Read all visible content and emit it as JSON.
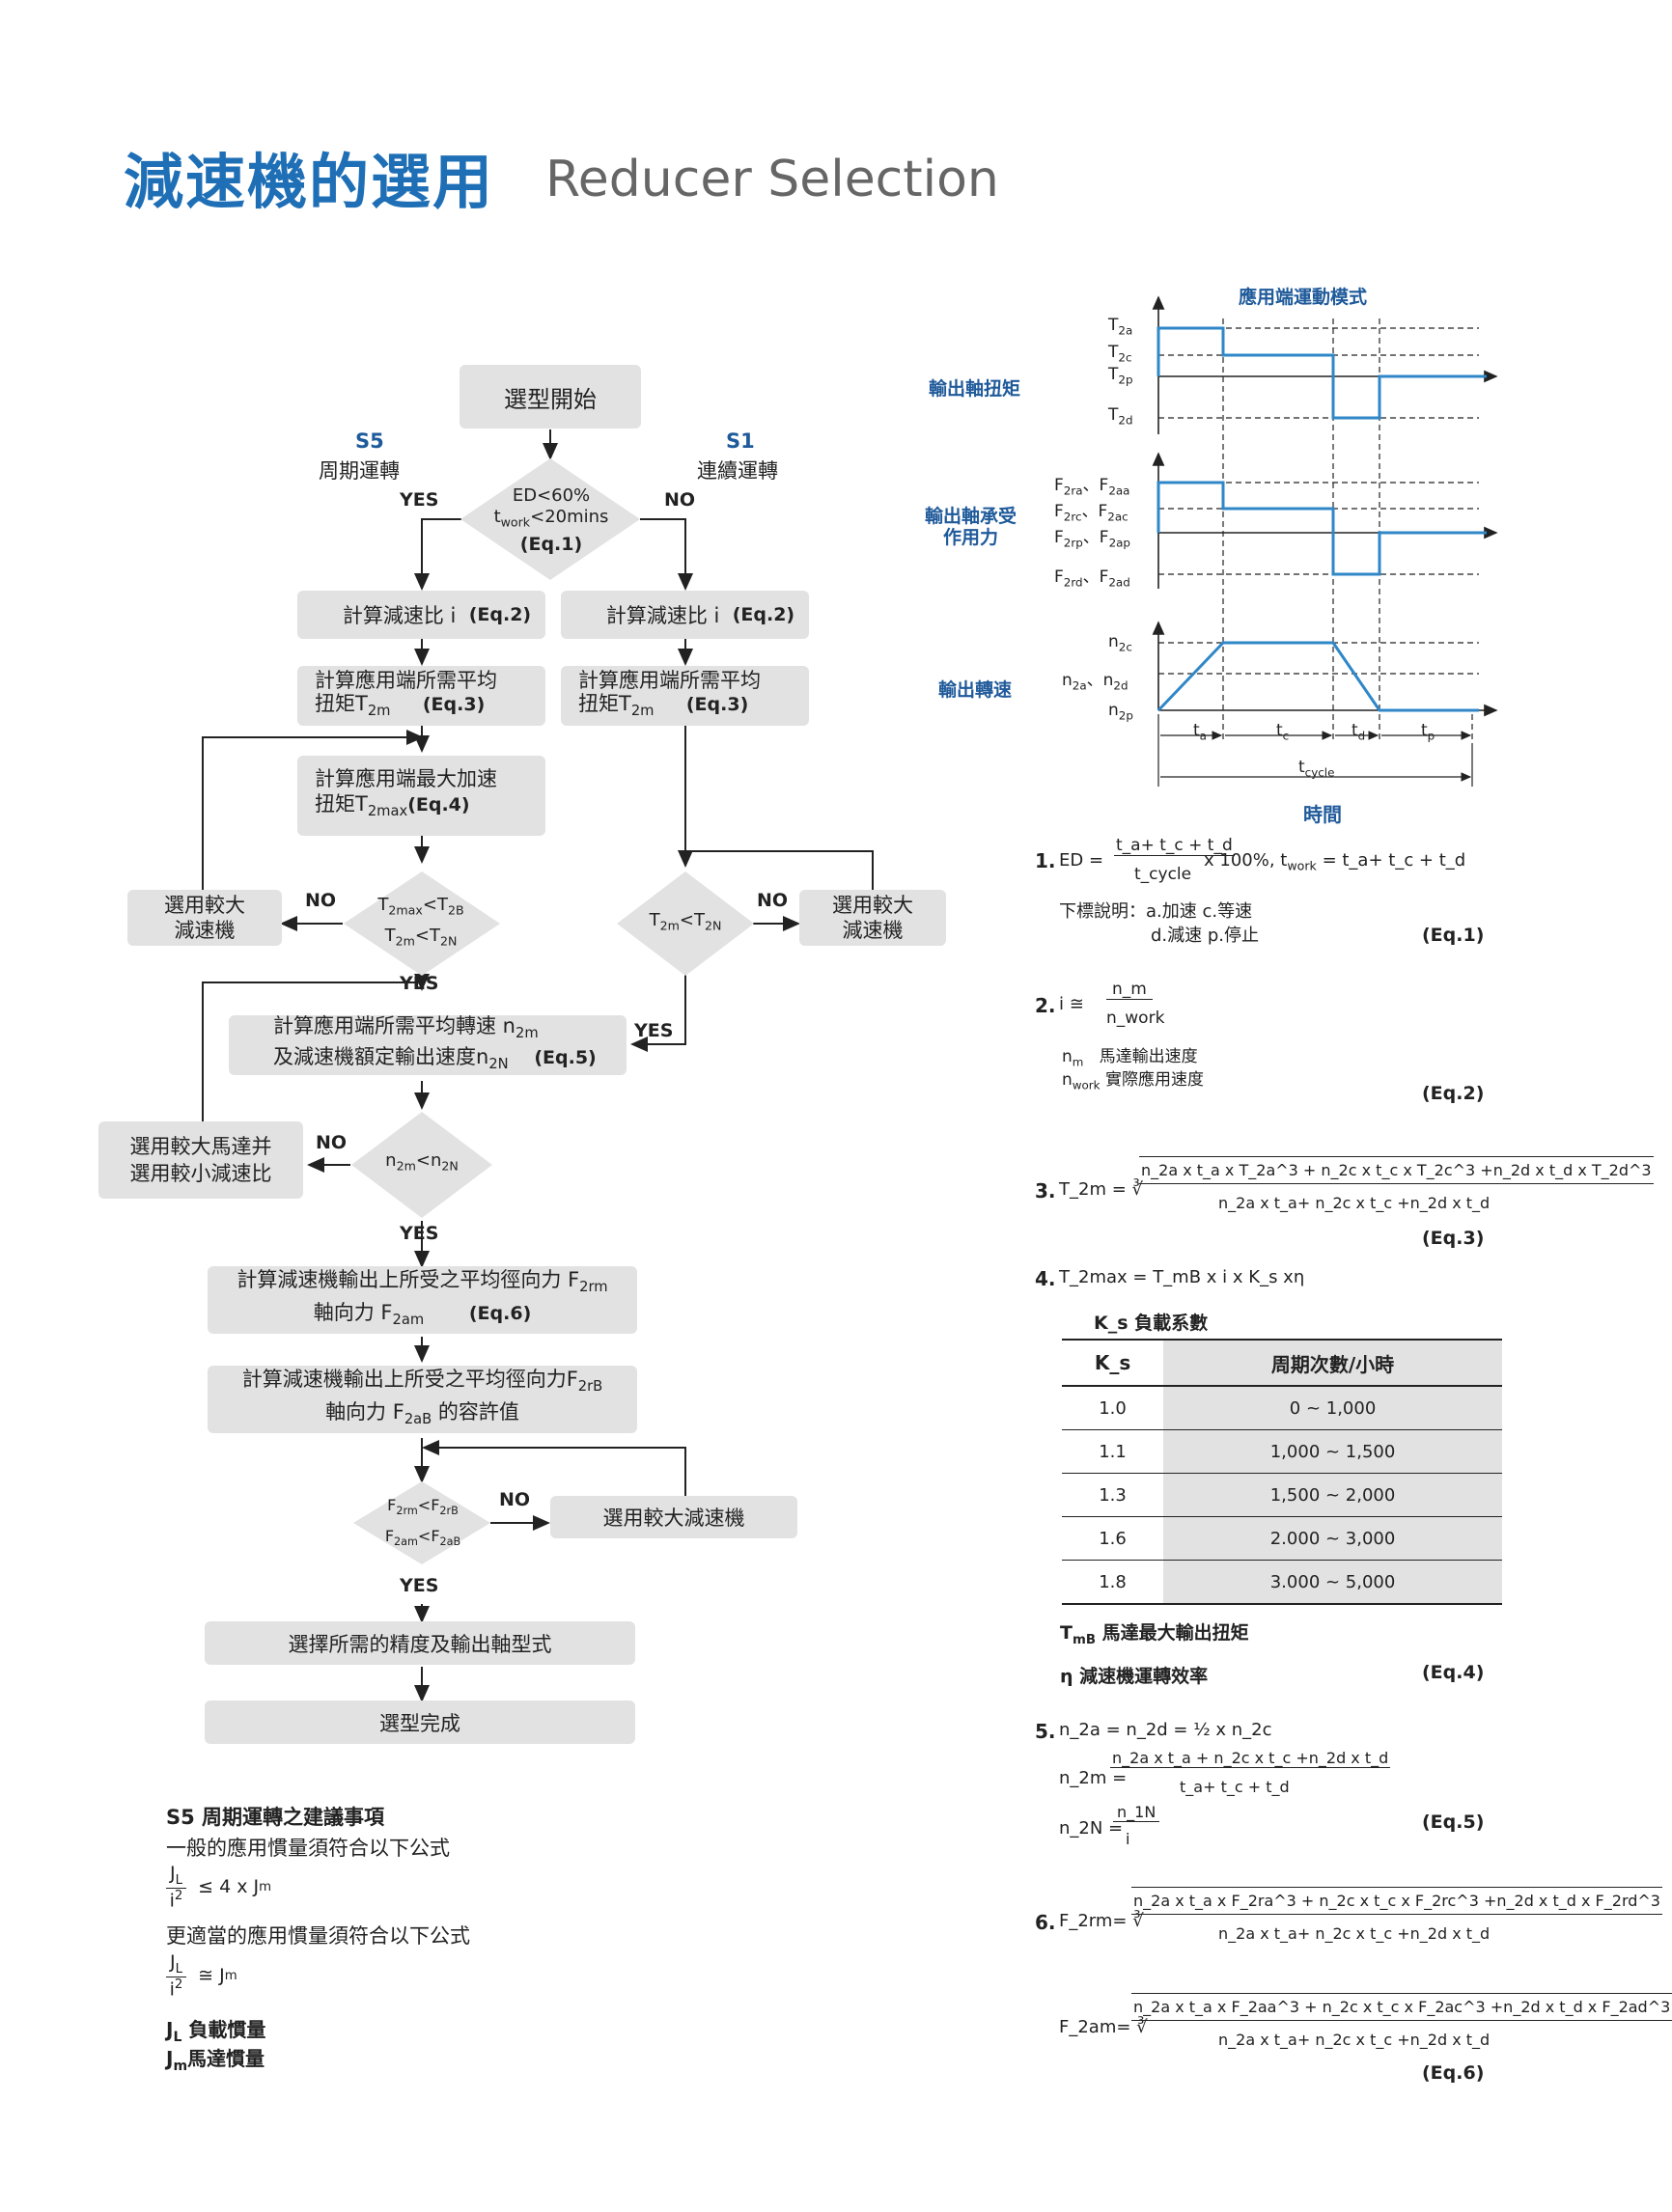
{
  "header": {
    "title_zh": "減速機的選用",
    "title_en": "Reducer Selection"
  },
  "flow": {
    "start": "選型開始",
    "s5_code": "S5",
    "s5_label": "周期運轉",
    "s1_code": "S1",
    "s1_label": "連續運轉",
    "yes": "YES",
    "no": "NO",
    "d1_line1": "ED<60%",
    "d1_line2_pre": "t",
    "d1_line2_sub": "work",
    "d1_line2_post": "<20mins",
    "d1_eq": "(Eq.1)",
    "ratio_text": "計算減速比 i",
    "eq2": "(Eq.2)",
    "avg_torque_l1": "計算應用端所需平均",
    "avg_torque_l2": "扭矩T",
    "avg_torque_sub": "2m",
    "eq3": "(Eq.3)",
    "max_torque_l1": "計算應用端最大加速",
    "max_torque_l2": "扭矩T",
    "max_torque_sub": "2max",
    "eq4": "(Eq.4)",
    "bigger_reducer_l1": "選用較大",
    "bigger_reducer_l2": "減速機",
    "d2_a": "T",
    "d2_a_sub": "2max",
    "d2_b": "<T",
    "d2_b_sub": "2B",
    "d2_c": "T",
    "d2_c_sub": "2m",
    "d2_d": "<T",
    "d2_d_sub": "2N",
    "d3_a": "T",
    "d3_a_sub": "2m",
    "d3_b": "<T",
    "d3_b_sub": "2N",
    "speed_l1": "計算應用端所需平均轉速 n",
    "speed_l1_sub": "2m",
    "speed_l2": "及減速機額定輸出速度n",
    "speed_l2_sub": "2N",
    "eq5": "(Eq.5)",
    "bigger_motor_l1": "選用較大馬達并",
    "bigger_motor_l2": "選用較小減速比",
    "d4_a": "n",
    "d4_a_sub": "2m",
    "d4_b": "<n",
    "d4_b_sub": "2N",
    "force_l1": "計算減速機輸出上所受之平均徑向力 F",
    "force_l1_sub": "2rm",
    "force_l2": "軸向力 F",
    "force_l2_sub": "2am",
    "eq6": "(Eq.6)",
    "allow_l1": "計算減速機輸出上所受之平均徑向力F",
    "allow_l1_sub": "2rB",
    "allow_l2": "軸向力 F",
    "allow_l2_sub": "2aB",
    "allow_l2_post": " 的容許值",
    "d5_a": "F",
    "d5_a_sub": "2rm",
    "d5_b": "<F",
    "d5_b_sub": "2rB",
    "d5_c": "F",
    "d5_c_sub": "2am",
    "d5_d": "<F",
    "d5_d_sub": "2aB",
    "bigger_reducer_single": "選用較大減速機",
    "choose_type": "選擇所需的精度及輸出軸型式",
    "done": "選型完成"
  },
  "notes": {
    "heading": "S5 周期運轉之建議事項",
    "line1": "一般的應用慣量須符合以下公式",
    "f1_num": "J",
    "f1_num_sub": "L",
    "f1_den": "i",
    "f1_den_sup": "2",
    "f1_rhs": "≤ 4 x J",
    "f1_rhs_sub": "m",
    "line2": "更適當的應用慣量須符合以下公式",
    "f2_rhs": "≅ J",
    "f2_rhs_sub": "m",
    "jl": "J",
    "jl_sub": "L",
    "jl_text": " 負載慣量",
    "jm": "J",
    "jm_sub": "m",
    "jm_text": "馬達慣量"
  },
  "motion": {
    "title": "應用端運動模式",
    "torque_label": "輸出軸扭矩",
    "force_label_l1": "輸出軸承受",
    "force_label_l2": "作用力",
    "speed_label": "輸出轉速",
    "time_label": "時間",
    "t_labels": [
      {
        "b": "T",
        "s": "2a"
      },
      {
        "b": "T",
        "s": "2c"
      },
      {
        "b": "T",
        "s": "2p"
      },
      {
        "b": "T",
        "s": "2d"
      }
    ],
    "f_labels": [
      {
        "a": "F",
        "as": "2ra",
        "b": "、F",
        "bs": "2aa"
      },
      {
        "a": "F",
        "as": "2rc",
        "b": "、F",
        "bs": "2ac"
      },
      {
        "a": "F",
        "as": "2rp",
        "b": "、F",
        "bs": "2ap"
      },
      {
        "a": "F",
        "as": "2rd",
        "b": "、F",
        "bs": "2ad"
      }
    ],
    "n_labels": [
      {
        "a": "n",
        "as": "2c",
        "b": "",
        "bs": ""
      },
      {
        "a": "n",
        "as": "2a",
        "b": "、n",
        "bs": "2d"
      },
      {
        "a": "n",
        "as": "2p",
        "b": "",
        "bs": ""
      }
    ],
    "phases": [
      {
        "b": "t",
        "s": "a"
      },
      {
        "b": "t",
        "s": "c"
      },
      {
        "b": "t",
        "s": "d"
      },
      {
        "b": "t",
        "s": "p"
      }
    ],
    "cycle": {
      "b": "t",
      "s": "cycle"
    }
  },
  "equations": {
    "eq1_num": "1.",
    "ed": "ED =",
    "ed_numer": "t_a+ t_c + t_d",
    "ed_denom": "t_cycle",
    "ed_rest": "x 100%, t",
    "ed_rest_sub": "work",
    "ed_rest2": "= t_a+ t_c + t_d",
    "sub_expl_l1": "下標說明：a.加速   c.等速",
    "sub_expl_l2": "d.減速   p.停止",
    "eq1_tag": "(Eq.1)",
    "eq2_num": "2.",
    "i_approx": "i ≅",
    "i_numer": "n_m",
    "i_denom": "n_work",
    "nm_text": "馬達輸出速度",
    "nwork_text": "實際應用速度",
    "eq2_tag": "(Eq.2)",
    "eq3_num": "3.",
    "t2m_lhs": "T_2m = ∛",
    "t2m_numer": "n_2a x t_a x T_2a^3 + n_2c x t_c x T_2c^3 +n_2d x t_d x T_2d^3",
    "t2m_denom": "n_2a x t_a+ n_2c x t_c +n_2d x t_d",
    "eq3_tag": "(Eq.3)",
    "eq4_num": "4.",
    "t2max": "T_2max = T_mB x i x K_s xη",
    "ks_heading": "K_s 負載系數",
    "tmb_text": "馬達最大輸出扭矩",
    "eta_text": "η 減速機運轉效率",
    "eq4_tag": "(Eq.4)",
    "eq5_num": "5.",
    "n2a_eq": "n_2a = n_2d = ½ x n_2c",
    "n2m_lhs": "n_2m =",
    "n2m_numer": "n_2a x t_a + n_2c x t_c +n_2d x t_d",
    "n2m_denom": "t_a+ t_c + t_d",
    "n2n_lhs": "n_2N =",
    "n2n_numer": "n_1N",
    "n2n_denom": "i",
    "eq5_tag": "(Eq.5)",
    "eq6_num": "6.",
    "f2rm_lhs": "F_2rm= ∛",
    "f2rm_numer": "n_2a x t_a x F_2ra^3 + n_2c x t_c x F_2rc^3 +n_2d x t_d x F_2rd^3",
    "f2rm_denom": "n_2a x t_a+ n_2c x t_c +n_2d x t_d",
    "f2am_lhs": "F_2am= ∛",
    "f2am_numer": "n_2a x t_a x F_2aa^3 + n_2c x t_c x F_2ac^3 +n_2d x t_d x F_2ad^3",
    "f2am_denom": "n_2a x t_a+ n_2c x t_c +n_2d x t_d",
    "eq6_tag": "(Eq.6)"
  },
  "ks_table": {
    "headers": [
      "K_s",
      "周期次數/小時"
    ],
    "rows": [
      [
        "1.0",
        "0 ~ 1,000"
      ],
      [
        "1.1",
        "1,000 ~ 1,500"
      ],
      [
        "1.3",
        "1,500 ~ 2,000"
      ],
      [
        "1.6",
        "2.000 ~ 3,000"
      ],
      [
        "1.8",
        "3.000 ~ 5,000"
      ]
    ]
  },
  "colors": {
    "accent": "#1f6fb6",
    "box": "#e2e2e2",
    "signal": "#2f87c8"
  }
}
